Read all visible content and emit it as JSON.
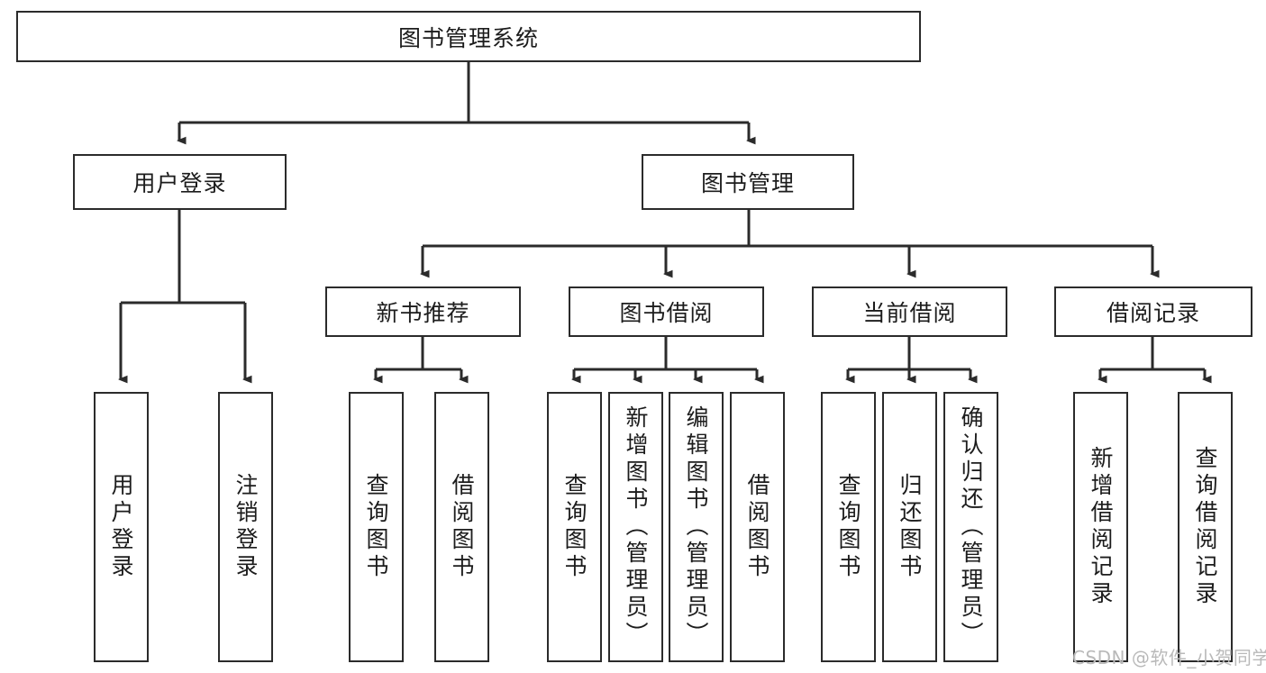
{
  "diagram": {
    "type": "tree-hierarchy",
    "title_text": "图书管理系统",
    "watermark": "CSDN @软件_小贺同学",
    "colors": {
      "stroke": "#2b2b2b",
      "fill": "#ffffff",
      "text": "#1c1c1c",
      "watermark": "#b9b9b9"
    },
    "nodes": {
      "root": {
        "label": "图书管理系统"
      },
      "level2": [
        {
          "id": "user-login",
          "label": "用户登录"
        },
        {
          "id": "book-manage",
          "label": "图书管理"
        }
      ],
      "level3": [
        {
          "id": "new-book-rec",
          "label": "新书推荐"
        },
        {
          "id": "book-borrow",
          "label": "图书借阅"
        },
        {
          "id": "current-borrow",
          "label": "当前借阅"
        },
        {
          "id": "borrow-record",
          "label": "借阅记录"
        }
      ],
      "leaves": {
        "user-login": [
          {
            "id": "leaf-user-login",
            "label": "用户登录"
          },
          {
            "id": "leaf-logout",
            "label": "注销登录"
          }
        ],
        "new-book-rec": [
          {
            "id": "leaf-query-book-1",
            "label": "查询图书"
          },
          {
            "id": "leaf-borrow-book-1",
            "label": "借阅图书"
          }
        ],
        "book-borrow": [
          {
            "id": "leaf-query-book-2",
            "label": "查询图书"
          },
          {
            "id": "leaf-add-book",
            "label": "新增图书（管理员）"
          },
          {
            "id": "leaf-edit-book",
            "label": "编辑图书（管理员）"
          },
          {
            "id": "leaf-borrow-book-2",
            "label": "借阅图书"
          }
        ],
        "current-borrow": [
          {
            "id": "leaf-query-book-3",
            "label": "查询图书"
          },
          {
            "id": "leaf-return-book",
            "label": "归还图书"
          },
          {
            "id": "leaf-confirm-return",
            "label": "确认归还（管理员）"
          }
        ],
        "borrow-record": [
          {
            "id": "leaf-add-record",
            "label": "新增借阅记录"
          },
          {
            "id": "leaf-query-record",
            "label": "查询借阅记录"
          }
        ]
      }
    }
  }
}
